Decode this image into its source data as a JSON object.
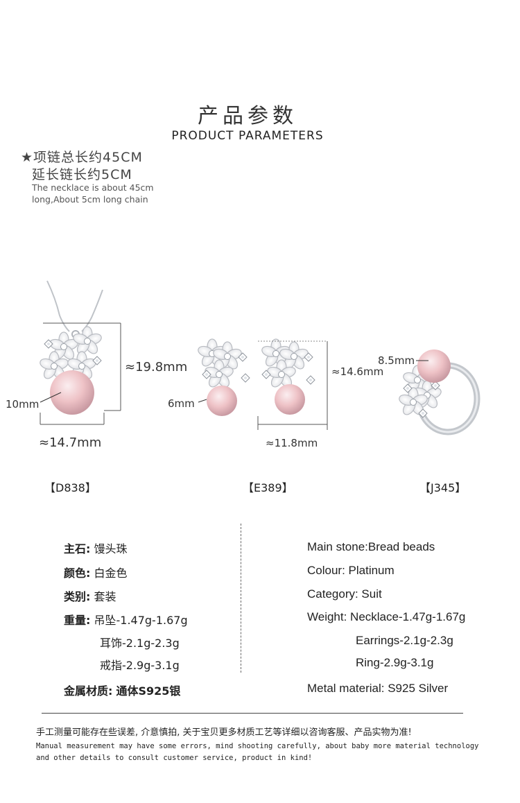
{
  "header": {
    "title_cn": "产品参数",
    "title_en": "PRODUCT PARAMETERS"
  },
  "note": {
    "line1_cn": "★项链总长约45CM",
    "line2_cn": "延长链长约5CM",
    "line1_en": "The necklace is about 45cm",
    "line2_en": "long,About 5cm long chain"
  },
  "products": [
    {
      "code": "【D838】",
      "height": "≈19.8mm",
      "width": "≈14.7mm",
      "pearl": "10mm"
    },
    {
      "code": "【E389】",
      "height": "≈14.6mm",
      "width": "≈11.8mm",
      "pearl": "6mm"
    },
    {
      "code": "【J345】",
      "pearl": "8.5mm"
    }
  ],
  "specs_cn": {
    "main_stone_label": "主石:",
    "main_stone_value": "馒头珠",
    "color_label": "颜色:",
    "color_value": "白金色",
    "category_label": "类别:",
    "category_value": "套装",
    "weight_label": "重量:",
    "weight_pendant": "吊坠-1.47g-1.67g",
    "weight_earrings": "耳饰-2.1g-2.3g",
    "weight_ring": "戒指-2.9g-3.1g",
    "metal_label": "金属材质:",
    "metal_value": "通体S925银"
  },
  "specs_en": {
    "main_stone": "Main stone:Bread beads",
    "colour": "Colour:  Platinum",
    "category": "Category:   Suit",
    "weight_necklace": "Weight: Necklace-1.47g-1.67g",
    "weight_earrings": "Earrings-2.1g-2.3g",
    "weight_ring": "Ring-2.9g-3.1g",
    "metal": "Metal material: S925 Silver"
  },
  "footer": {
    "line_cn": "手工测量可能存在些误差, 介意慎拍, 关于宝贝更多材质工艺等详细以咨询客服、产品实物为准!",
    "line1_en": "Manual measurement may have some errors, mind shooting carefully, about baby more material technology",
    "line2_en": "and other details to consult customer service, product in kind!"
  },
  "colors": {
    "pearl": "#eec2c6",
    "silver": "#c9ccd1",
    "petal": "#f1f2f4"
  }
}
